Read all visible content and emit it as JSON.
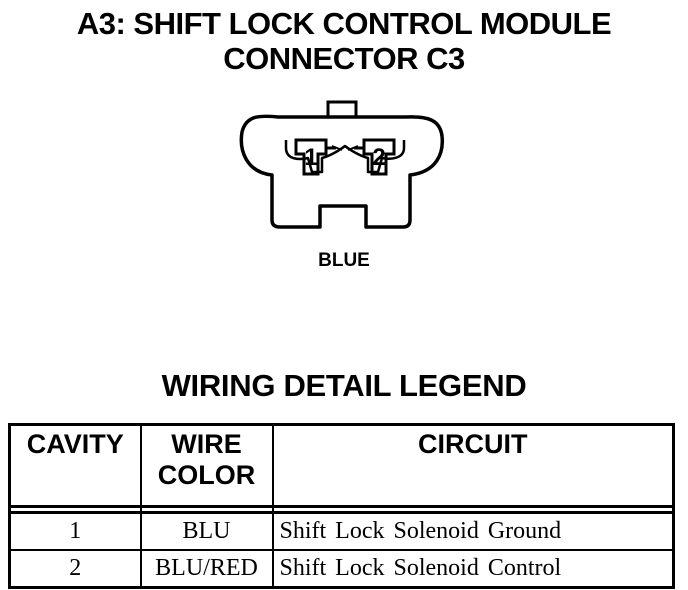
{
  "title": {
    "line1": "A3: SHIFT LOCK CONTROL MODULE",
    "line2": "CONNECTOR C3"
  },
  "connector": {
    "cavities": [
      "1",
      "2"
    ],
    "color_label": "BLUE"
  },
  "legend": {
    "title": "WIRING DETAIL LEGEND",
    "headers": {
      "cavity": "CAVITY",
      "wire_color_1": "WIRE",
      "wire_color_2": "COLOR",
      "circuit": "CIRCUIT"
    },
    "rows": [
      {
        "cavity": "1",
        "wire_color": "BLU",
        "circuit": "Shift Lock Solenoid Ground"
      },
      {
        "cavity": "2",
        "wire_color": "BLU/RED",
        "circuit": "Shift Lock Solenoid Control"
      }
    ]
  }
}
